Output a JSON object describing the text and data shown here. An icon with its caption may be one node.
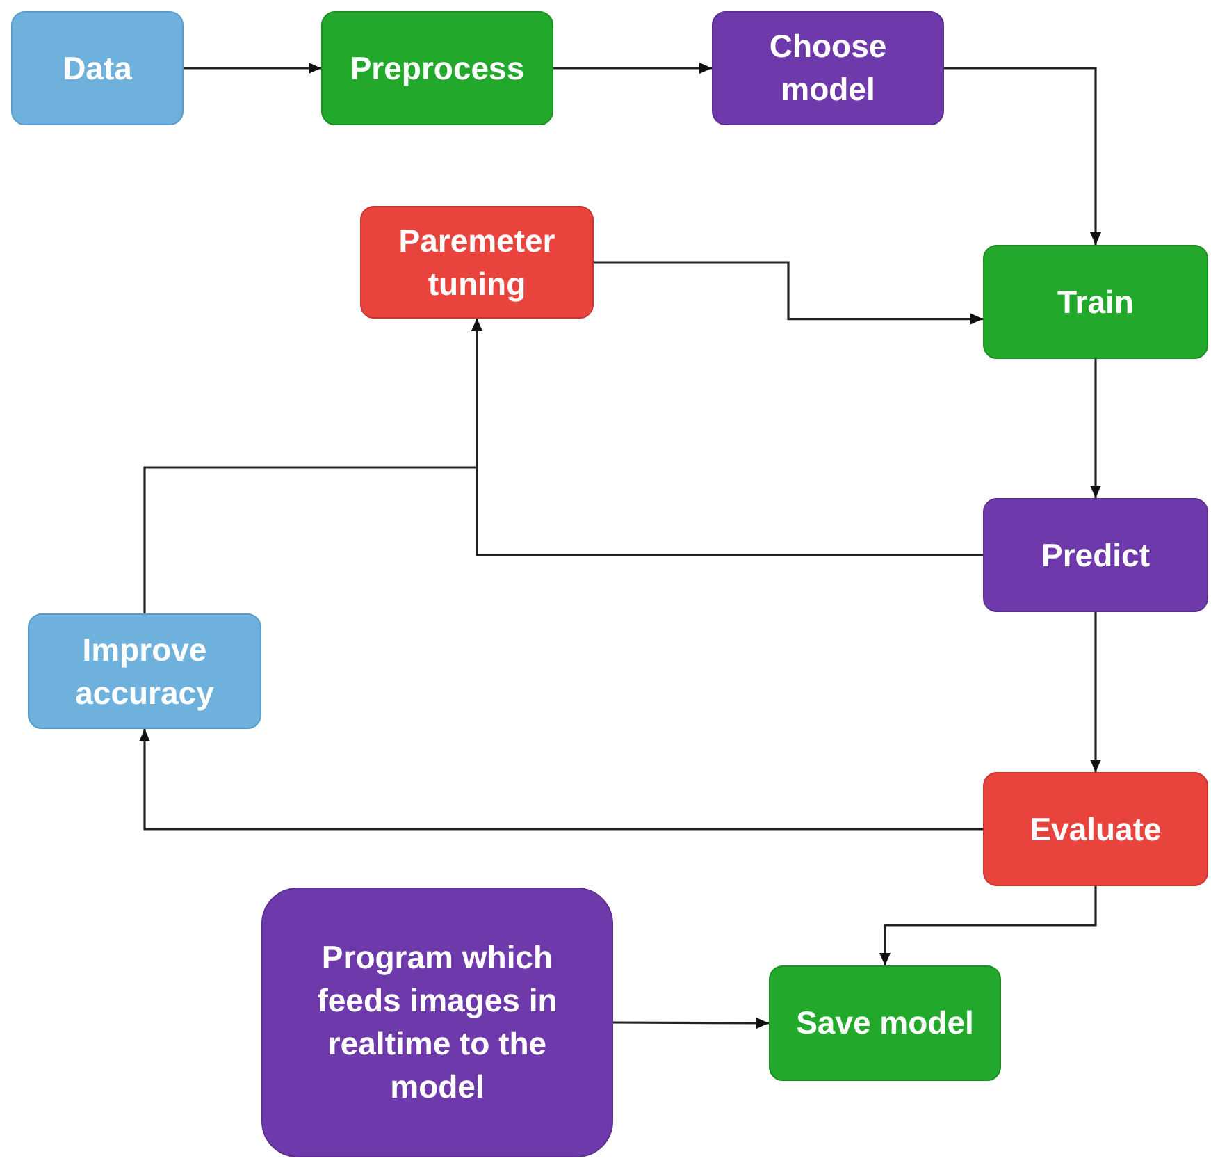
{
  "diagram": {
    "nodes": [
      {
        "text": [
          "Data"
        ]
      },
      {
        "text": [
          "Preprocess"
        ]
      },
      {
        "text": [
          "Choose model"
        ]
      },
      {
        "text": [
          "Paremeter tuning"
        ]
      },
      {
        "text": [
          "Train"
        ]
      },
      {
        "text": [
          "Predict"
        ]
      },
      {
        "text": [
          "Improve accuracy"
        ]
      },
      {
        "text": [
          "Evaluate"
        ]
      },
      {
        "text": [
          "Program which feeds images in realtime to the model"
        ]
      },
      {
        "text": [
          "Save model"
        ]
      }
    ],
    "edges": [
      {
        "from": 0,
        "to": 1,
        "arrow": "to"
      },
      {
        "from": 1,
        "to": 2,
        "arrow": "to"
      },
      {
        "from": 2,
        "to": 4,
        "arrow": "to"
      },
      {
        "from": 3,
        "to": 4,
        "arrow": "to"
      },
      {
        "from": 4,
        "to": 5,
        "arrow": "to"
      },
      {
        "from": 5,
        "to": 3,
        "arrow": "to"
      },
      {
        "from": 6,
        "to": 3,
        "arrow": "to"
      },
      {
        "from": 5,
        "to": 7,
        "arrow": "to"
      },
      {
        "from": 7,
        "to": 6,
        "arrow": "to"
      },
      {
        "from": 7,
        "to": 9,
        "arrow": "to"
      },
      {
        "from": 8,
        "to": 9,
        "arrow": "to"
      }
    ]
  }
}
